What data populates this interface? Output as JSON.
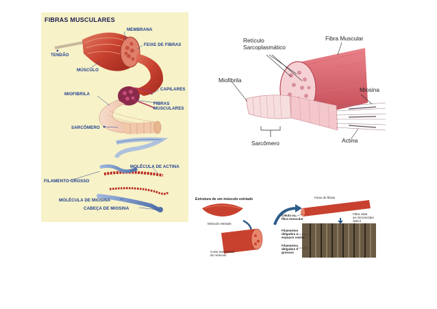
{
  "panel_a": {
    "title": "FIBRAS MUSCULARES",
    "labels": {
      "membrana": "MEMBRANA",
      "feixe": "FEIXE DE FIBRAS",
      "tendao": "TENDÃO",
      "musculo": "MÚSCULO",
      "miofibrila": "MIOFIBRILA",
      "capilares": "CAPILARES",
      "fibras_musculares": "FIBRAS\nMUSCULARES",
      "sarcomero": "SARCÔMERO",
      "actina": "MOLÉCULA DE ACTINA",
      "filamento_grosso": "FILAMENTO GROSSO",
      "miosina": "MOLÉCULA DE MIOSINA",
      "cabeca": "CABEÇA DE MIOSINA"
    }
  },
  "panel_b": {
    "labels": {
      "reticulo": "Retículo\nSarcoplasmático",
      "fibra": "Fibra Muscular",
      "miofibrila": "Miofibrila",
      "miosina": "Miosina",
      "actina": "Actina",
      "sarcomero": "Sarcômero"
    }
  },
  "panel_c": {
    "title": "Estrutura de um músculo estriado",
    "labels": {
      "musculo_estriado": "Músculo estriado",
      "corte": "Corte transversal\ndo músculo",
      "feixe": "Feixe de fibras",
      "celula": "Célula ou\nfibra muscular",
      "finos": "Filamentos\ndelgados e\nespaços vazios",
      "grossos": "Filamentos\ndelgados e\ngrossos",
      "fibra_vista": "Fibra vista\nao microscópio\nóptico"
    }
  },
  "colors": {
    "muscle_red": "#c8412f",
    "muscle_light": "#e8876d",
    "label_blue": "#1d3d8f",
    "panel_bg": "#f7f2c8",
    "fiber_pink": "#f3c3b6",
    "actin_red": "#b7281f",
    "myosin_blue": "#6f8fc4"
  }
}
